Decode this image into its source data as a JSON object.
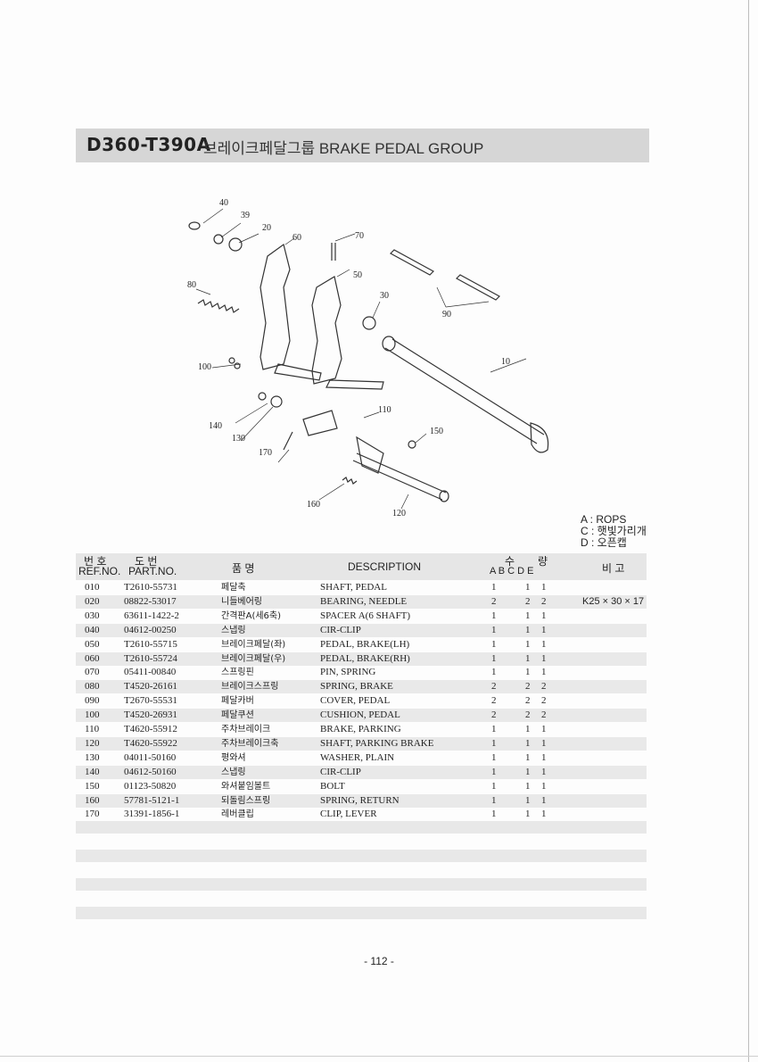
{
  "title": {
    "code": "D360-T390A",
    "text": "브레이크페달그룹 BRAKE PEDAL GROUP"
  },
  "diagram": {
    "callouts": [
      "40",
      "39",
      "20",
      "60",
      "70",
      "80",
      "50",
      "30",
      "90",
      "100",
      "10",
      "110",
      "140",
      "130",
      "150",
      "170",
      "160",
      "120"
    ]
  },
  "legend": [
    "A : ROPS",
    "C : 햇빛가리개",
    "D : 오픈캡"
  ],
  "table": {
    "headers": {
      "ref_ko": "번 호",
      "ref_en": "REF.NO.",
      "part_ko": "도   번",
      "part_en": "PART.NO.",
      "name_ko": "품      명",
      "description": "DESCRIPTION",
      "qty_ko_1": "수",
      "qty_ko_2": "량",
      "qty_cols": "A  B  C  D  E",
      "remarks": "비  고"
    },
    "rows": [
      {
        "ref": "010",
        "part": "T2610-55731",
        "name": "페달축",
        "desc": "SHAFT, PEDAL",
        "a": "1",
        "c": "1",
        "d": "1",
        "remark": ""
      },
      {
        "ref": "020",
        "part": "08822-53017",
        "name": "니들베어링",
        "desc": "BEARING, NEEDLE",
        "a": "2",
        "c": "2",
        "d": "2",
        "remark": "K25 × 30 × 17"
      },
      {
        "ref": "030",
        "part": "63611-1422-2",
        "name": "간격판A(세6축)",
        "desc": "SPACER A(6 SHAFT)",
        "a": "1",
        "c": "1",
        "d": "1",
        "remark": ""
      },
      {
        "ref": "040",
        "part": "04612-00250",
        "name": "스냅링",
        "desc": "CIR-CLIP",
        "a": "1",
        "c": "1",
        "d": "1",
        "remark": ""
      },
      {
        "ref": "050",
        "part": "T2610-55715",
        "name": "브레이크페달(좌)",
        "desc": "PEDAL, BRAKE(LH)",
        "a": "1",
        "c": "1",
        "d": "1",
        "remark": ""
      },
      {
        "ref": "060",
        "part": "T2610-55724",
        "name": "브레이크페달(우)",
        "desc": "PEDAL, BRAKE(RH)",
        "a": "1",
        "c": "1",
        "d": "1",
        "remark": ""
      },
      {
        "ref": "070",
        "part": "05411-00840",
        "name": "스프링핀",
        "desc": "PIN, SPRING",
        "a": "1",
        "c": "1",
        "d": "1",
        "remark": ""
      },
      {
        "ref": "080",
        "part": "T4520-26161",
        "name": "브레이크스프링",
        "desc": "SPRING, BRAKE",
        "a": "2",
        "c": "2",
        "d": "2",
        "remark": ""
      },
      {
        "ref": "090",
        "part": "T2670-55531",
        "name": "페달카버",
        "desc": "COVER, PEDAL",
        "a": "2",
        "c": "2",
        "d": "2",
        "remark": ""
      },
      {
        "ref": "100",
        "part": "T4520-26931",
        "name": "페달쿠션",
        "desc": "CUSHION, PEDAL",
        "a": "2",
        "c": "2",
        "d": "2",
        "remark": ""
      },
      {
        "ref": "110",
        "part": "T4620-55912",
        "name": "주차브레이크",
        "desc": "BRAKE, PARKING",
        "a": "1",
        "c": "1",
        "d": "1",
        "remark": ""
      },
      {
        "ref": "120",
        "part": "T4620-55922",
        "name": "주차브레이크축",
        "desc": "SHAFT, PARKING BRAKE",
        "a": "1",
        "c": "1",
        "d": "1",
        "remark": ""
      },
      {
        "ref": "130",
        "part": "04011-50160",
        "name": "평와셔",
        "desc": "WASHER, PLAIN",
        "a": "1",
        "c": "1",
        "d": "1",
        "remark": ""
      },
      {
        "ref": "140",
        "part": "04612-50160",
        "name": "스냅링",
        "desc": "CIR-CLIP",
        "a": "1",
        "c": "1",
        "d": "1",
        "remark": ""
      },
      {
        "ref": "150",
        "part": "01123-50820",
        "name": "와셔붙임볼트",
        "desc": "BOLT",
        "a": "1",
        "c": "1",
        "d": "1",
        "remark": ""
      },
      {
        "ref": "160",
        "part": "57781-5121-1",
        "name": "되돌림스프링",
        "desc": "SPRING, RETURN",
        "a": "1",
        "c": "1",
        "d": "1",
        "remark": ""
      },
      {
        "ref": "170",
        "part": "31391-1856-1",
        "name": "레버클립",
        "desc": "CLIP, LEVER",
        "a": "1",
        "c": "1",
        "d": "1",
        "remark": ""
      }
    ]
  },
  "page_number": "- 112 -"
}
